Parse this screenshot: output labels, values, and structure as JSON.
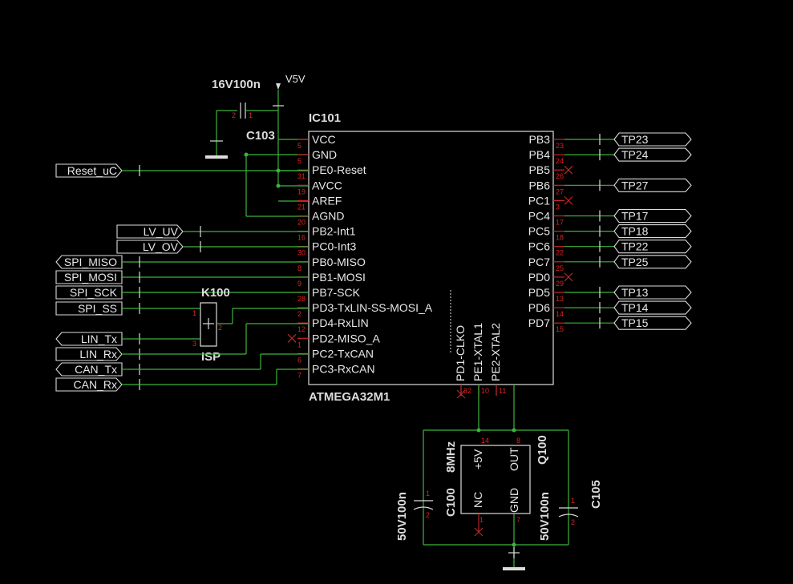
{
  "ic": {
    "ref": "IC101",
    "value": "ATMEGA32M1",
    "left_pins": [
      {
        "name": "VCC",
        "num": "5"
      },
      {
        "name": "GND",
        "num": "5"
      },
      {
        "name": "PE0-Reset",
        "num": "31"
      },
      {
        "name": "AVCC",
        "num": "19"
      },
      {
        "name": "AREF",
        "num": "21"
      },
      {
        "name": "AGND",
        "num": "20"
      },
      {
        "name": "PB2-Int1",
        "num": "16"
      },
      {
        "name": "PC0-Int3",
        "num": "30"
      },
      {
        "name": "PB0-MISO",
        "num": "8"
      },
      {
        "name": "PB1-MOSI",
        "num": "9"
      },
      {
        "name": "PB7-SCK",
        "num": "28"
      },
      {
        "name": "PD3-TxLIN-SS-MOSI_A",
        "num": "2"
      },
      {
        "name": "PD4-RxLIN",
        "num": "12"
      },
      {
        "name": "PD2-MISO_A",
        "num": "1"
      },
      {
        "name": "PC2-TxCAN",
        "num": "6"
      },
      {
        "name": "PC3-RxCAN",
        "num": "7"
      }
    ],
    "right_pins": [
      {
        "name": "PB3",
        "num": "23"
      },
      {
        "name": "PB4",
        "num": "24"
      },
      {
        "name": "PB5",
        "num": "26"
      },
      {
        "name": "PB6",
        "num": "27"
      },
      {
        "name": "PC1",
        "num": "3"
      },
      {
        "name": "PC4",
        "num": "17"
      },
      {
        "name": "PC5",
        "num": "18"
      },
      {
        "name": "PC6",
        "num": "22"
      },
      {
        "name": "PC7",
        "num": "25"
      },
      {
        "name": "PD0",
        "num": "29"
      },
      {
        "name": "PD5",
        "num": "13"
      },
      {
        "name": "PD6",
        "num": "14"
      },
      {
        "name": "PD7",
        "num": "15"
      }
    ],
    "bottom_pins": [
      {
        "name": "PD1-CLKO",
        "num": "32"
      },
      {
        "name": "PE1-XTAL1",
        "num": "10"
      },
      {
        "name": "PE2-XTAL2",
        "num": "11"
      }
    ]
  },
  "test_points": [
    "TP23",
    "TP24",
    "TP27",
    "TP17",
    "TP18",
    "TP22",
    "TP25",
    "TP13",
    "TP14",
    "TP15"
  ],
  "left_nets": [
    "Reset_uC",
    "LV_UV",
    "LV_OV",
    "SPI_MISO",
    "SPI_MOSI",
    "SPI_SCK",
    "SPI_SS",
    "LIN_Tx",
    "LIN_Rx",
    "CAN_Tx",
    "CAN_Rx"
  ],
  "c103": {
    "ref": "C103",
    "value": "16V100n",
    "pin1": "1",
    "pin2": "2"
  },
  "supply": {
    "label": "V5V"
  },
  "k100": {
    "ref": "K100",
    "value": "ISP",
    "pin1": "1",
    "pin2": "2",
    "pin3": "3"
  },
  "q100": {
    "ref": "Q100",
    "value": "8MHz",
    "pins": [
      "+5V",
      "OUT",
      "NC",
      "GND"
    ],
    "nums": [
      "14",
      "8",
      "1",
      "7"
    ]
  },
  "c100": {
    "ref": "C100",
    "value": "50V100n",
    "pin1": "1",
    "pin2": "2"
  },
  "c105": {
    "ref": "C105",
    "value": "50V100n",
    "pin1": "1",
    "pin2": "2"
  },
  "colors": {
    "background": "#000000",
    "wire": "#3cb43c",
    "pin": "#c82828",
    "outline": "#dcdcdc"
  }
}
